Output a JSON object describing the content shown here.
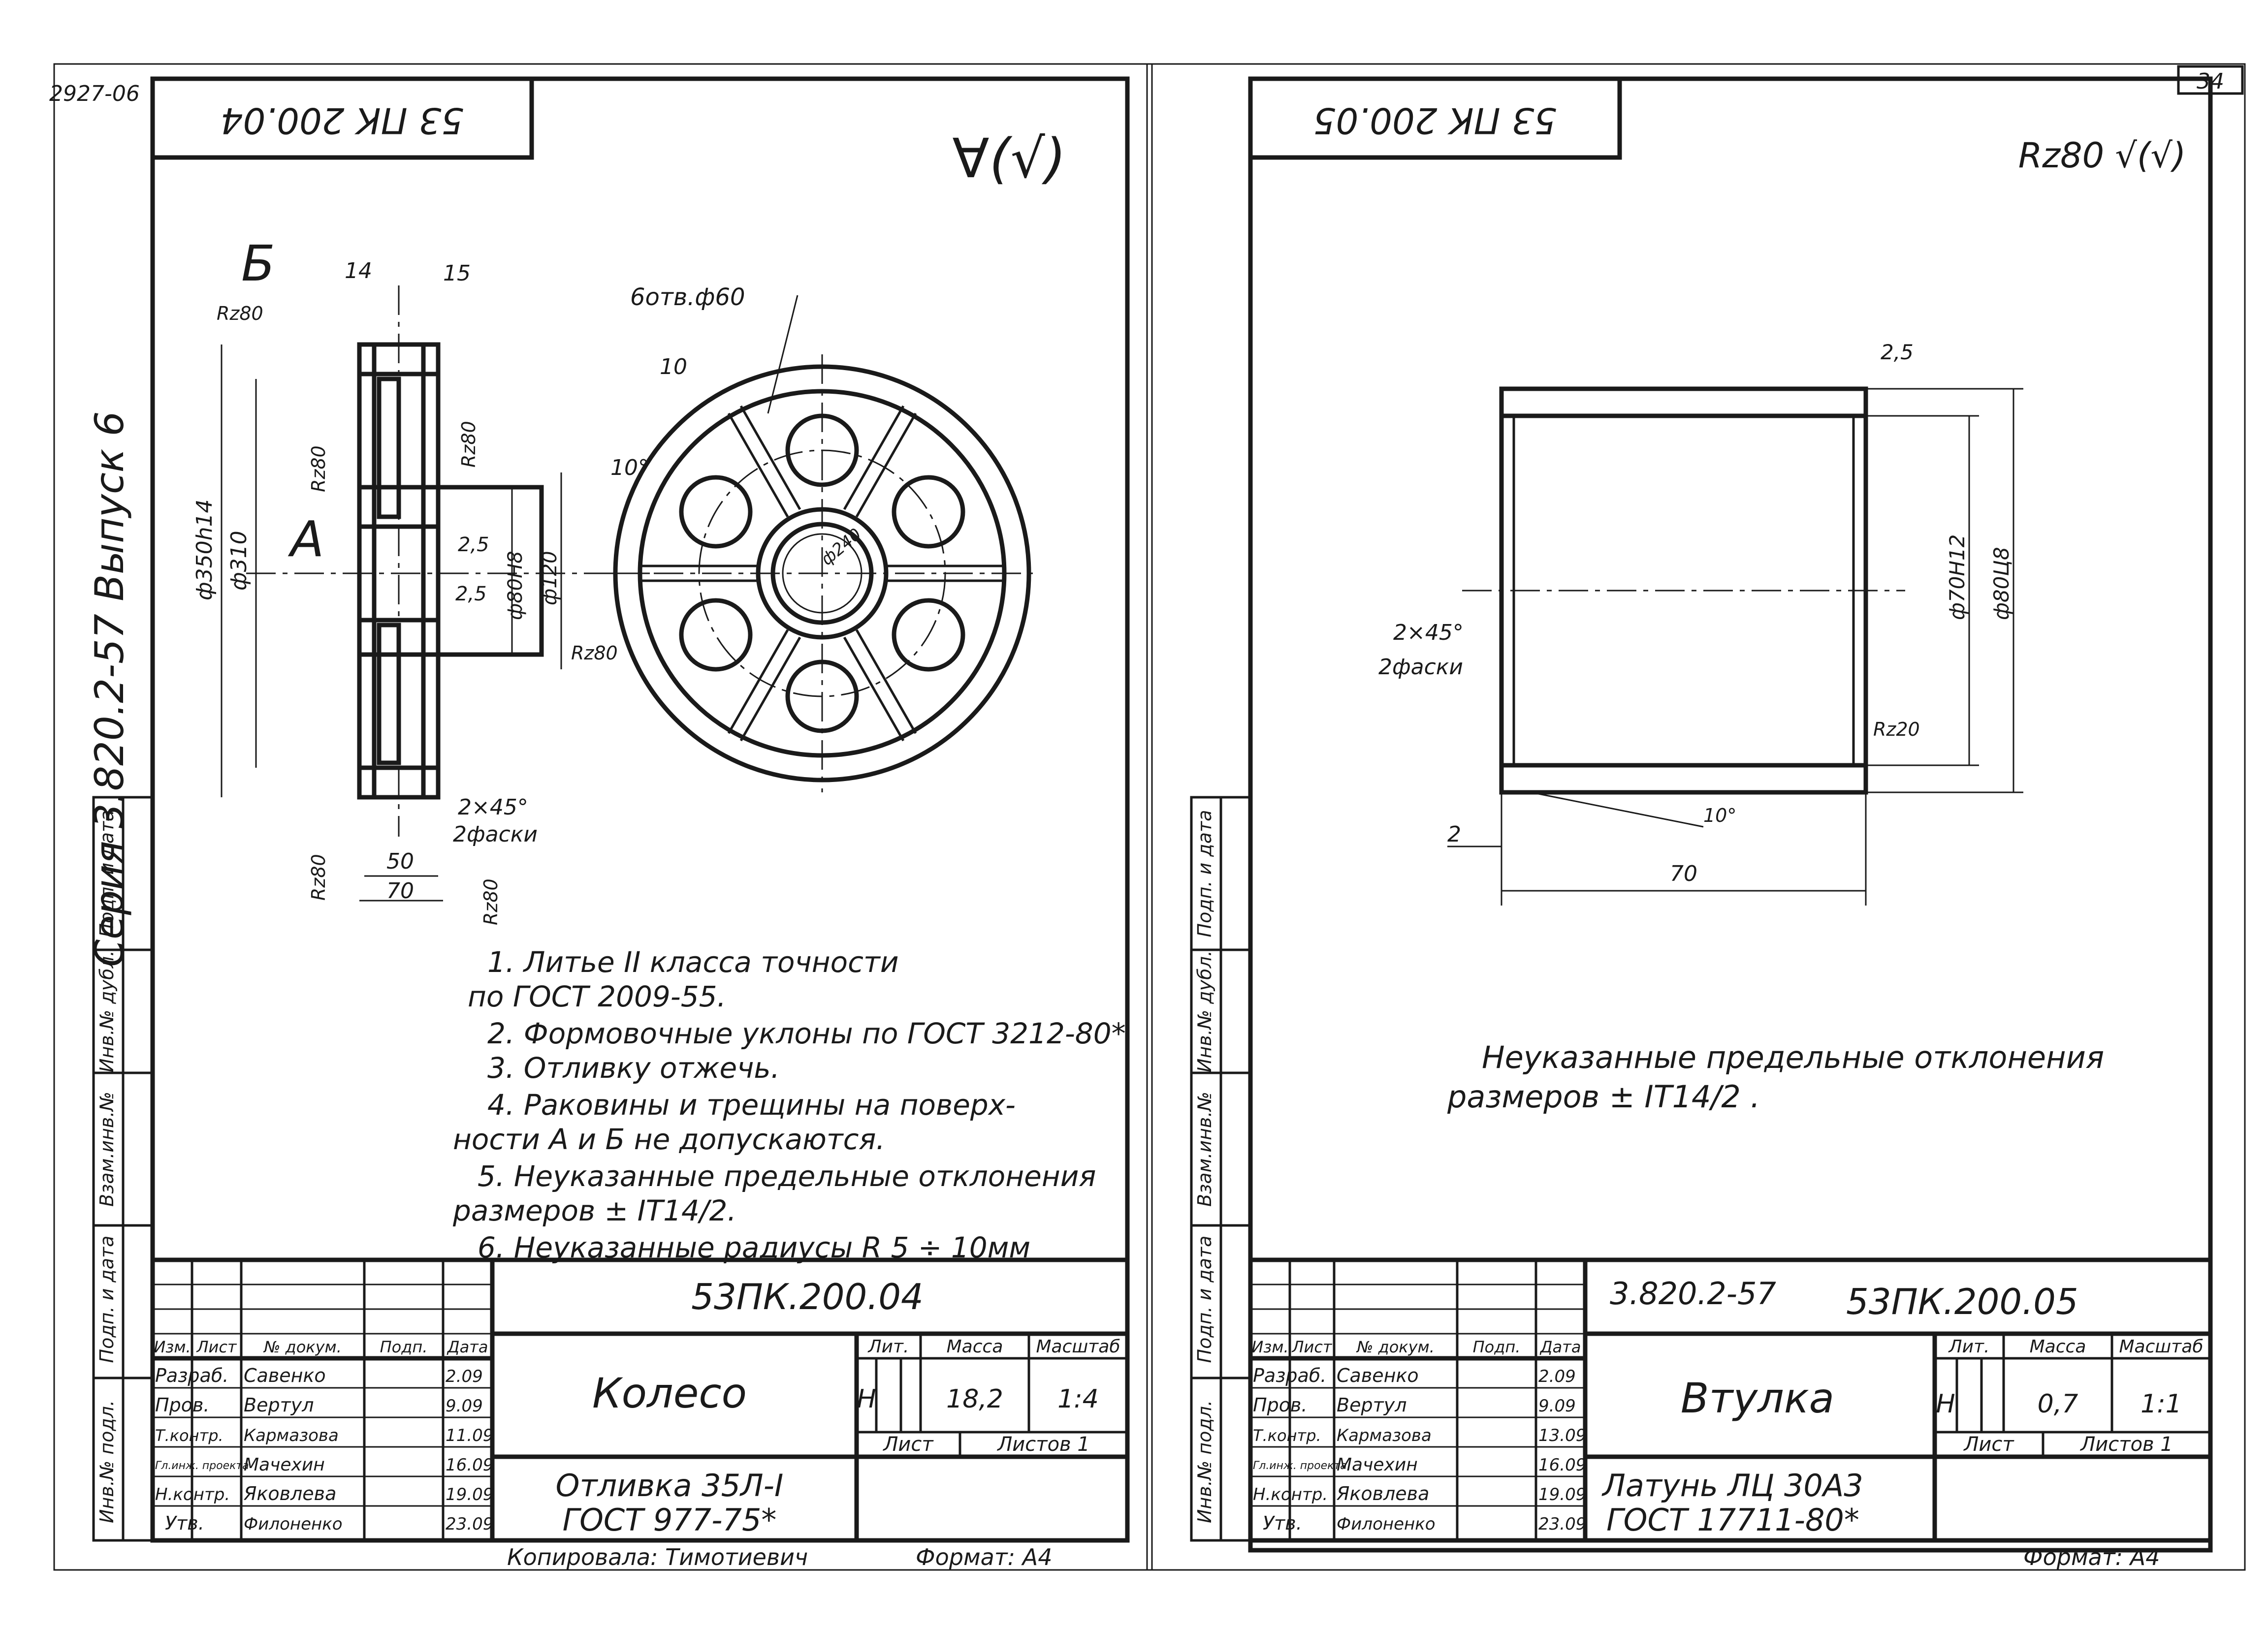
{
  "sheet_number_left": "2927-06",
  "sheet_number_right": "34",
  "series_label": "Серия 3.820.2-57   Выпуск 6",
  "left": {
    "stamp_code": "53 ПК 200.04",
    "roughness_general": "∀(√)",
    "view_label_a": "А",
    "view_label_b": "Б",
    "dimensions": {
      "d1": "14",
      "d2": "15",
      "rz1": "Rz80",
      "rz2": "Rz80",
      "rz3": "Rz80",
      "rz4": "Rz80",
      "rz5": "Rz80",
      "rz6": "Rz80",
      "d350": "ф350h14",
      "d310": "ф310",
      "d80": "ф80Н8",
      "d120": "ф120",
      "r25a": "2,5",
      "r25b": "2,5",
      "angle": "10°",
      "chamfer": "2×45°",
      "chamfer_note": "2фаски",
      "w50": "50",
      "w70": "70",
      "holes": "6отв.ф60",
      "ten": "10",
      "inner": "ф240"
    },
    "notes": [
      "1. Литье II класса точности",
      "по ГОСТ 2009-55.",
      "2. Формовочные уклоны по ГОСТ 3212-80*",
      "3. Отливку отжечь.",
      "4. Раковины и трещины на поверх-",
      "ности А и Б не допускаются.",
      "5. Неуказанные предельные отклонения",
      "размеров ± IT14/2.",
      "6. Неуказанные радиусы  R 5 ÷ 10мм"
    ],
    "title_block": {
      "doc_code": "53ПК.200.04",
      "name": "Колесо",
      "material_1": "Отливка  35Л-I",
      "material_2": "ГОСТ 977-75*",
      "lit_label": "Лит.",
      "mass_label": "Масса",
      "scale_label": "Масштаб",
      "lit": "Н",
      "mass": "18,2",
      "scale": "1:4",
      "sheet_label": "Лист",
      "sheets_label": "Листов 1",
      "headers": [
        "Изм.",
        "Лист",
        "№ докум.",
        "Подп.",
        "Дата"
      ],
      "rows": [
        [
          "Разраб.",
          "Савенко",
          "2.09"
        ],
        [
          "Пров.",
          "Вертул",
          "9.09"
        ],
        [
          "Т.контр.",
          "Кармазова",
          "11.09"
        ],
        [
          "Гл.инж. проекта",
          "Мачехин",
          "16.09"
        ],
        [
          "Н.контр.",
          "Яковлева",
          "19.09"
        ],
        [
          "Утв.",
          "Филоненко",
          "23.09"
        ]
      ],
      "copied": "Копировала: Тимотиевич",
      "format": "Формат: А4"
    },
    "side_cells": [
      "Инв.№ подл.",
      "Подп. и дата",
      "Взам.инв.№",
      "Инв.№ дубл.",
      "Подп. и дата"
    ]
  },
  "right": {
    "stamp_code": "53 ПК 200.05",
    "roughness_general": "Rz80 √(√)",
    "dimensions": {
      "r25": "2,5",
      "d70": "ф70Н12",
      "d80": "ф80Ц8",
      "chamfer": "2×45°",
      "chamfer_note": "2фаски",
      "rz20": "Rz20",
      "two": "2",
      "angle": "10°",
      "w70": "70"
    },
    "notes": [
      "Неуказанные предельные отклонения",
      "размеров ± IT14/2 ."
    ],
    "title_block": {
      "doc_code_1": "3.820.2-57",
      "doc_code_2": "53ПК.200.05",
      "name": "Втулка",
      "material_1": "Латунь ЛЦ 30А3",
      "material_2": "ГОСТ 17711-80*",
      "lit_label": "Лит.",
      "mass_label": "Масса",
      "scale_label": "Масштаб",
      "lit": "Н",
      "mass": "0,7",
      "scale": "1:1",
      "sheet_label": "Лист",
      "sheets_label": "Листов 1",
      "headers": [
        "Изм.",
        "Лист",
        "№ докум.",
        "Подп.",
        "Дата"
      ],
      "rows": [
        [
          "Разраб.",
          "Савенко",
          "2.09"
        ],
        [
          "Пров.",
          "Вертул",
          "9.09"
        ],
        [
          "Т.контр.",
          "Кармазова",
          "13.09"
        ],
        [
          "Гл.инж. проекта",
          "Мачехин",
          "16.09"
        ],
        [
          "Н.контр.",
          "Яковлева",
          "19.09"
        ],
        [
          "Утв.",
          "Филоненко",
          "23.09"
        ]
      ],
      "format": "Формат: А4"
    },
    "side_cells": [
      "Инв.№ подл.",
      "Подп. и дата",
      "Взам.инв.№",
      "Инв.№ дубл.",
      "Подп. и дата"
    ]
  }
}
